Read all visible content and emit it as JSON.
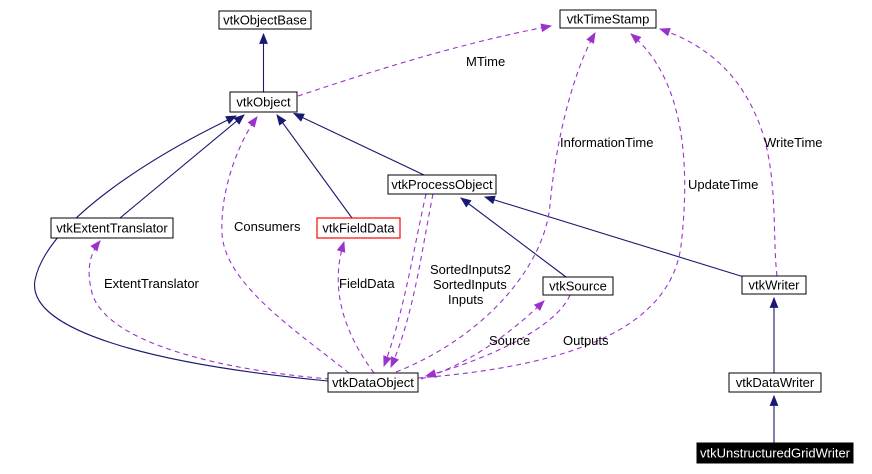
{
  "diagram": {
    "kind": "collaboration-graph",
    "colors": {
      "background": "#ffffff",
      "inheritance_edge": "#191970",
      "collaboration_edge": "#9a32cc",
      "node_border": "#000000",
      "node_fill": "#ffffff",
      "node_text": "#000000",
      "truncated_node_border": "#ff0000",
      "focus_node_fill": "#000000",
      "focus_node_text": "#ffffff"
    },
    "nodes": [
      {
        "label": "vtkObjectBase",
        "style": "normal"
      },
      {
        "label": "vtkTimeStamp",
        "style": "normal"
      },
      {
        "label": "vtkObject",
        "style": "normal"
      },
      {
        "label": "vtkProcessObject",
        "style": "normal"
      },
      {
        "label": "vtkExtentTranslator",
        "style": "normal"
      },
      {
        "label": "vtkFieldData",
        "style": "truncated"
      },
      {
        "label": "vtkSource",
        "style": "normal"
      },
      {
        "label": "vtkWriter",
        "style": "normal"
      },
      {
        "label": "vtkDataObject",
        "style": "normal"
      },
      {
        "label": "vtkDataWriter",
        "style": "normal"
      },
      {
        "label": "vtkUnstructuredGridWriter",
        "style": "focus"
      }
    ],
    "edge_labels": {
      "mtime": "MTime",
      "information_time": "InformationTime",
      "write_time": "WriteTime",
      "update_time": "UpdateTime",
      "consumers": "Consumers",
      "extent_translator": "ExtentTranslator",
      "field_data": "FieldData",
      "sorted_inputs2": "SortedInputs2",
      "sorted_inputs": "SortedInputs",
      "inputs": "Inputs",
      "source": "Source",
      "outputs": "Outputs"
    },
    "edges": [
      {
        "from": "vtkObject",
        "to": "vtkObjectBase",
        "kind": "inheritance"
      },
      {
        "from": "vtkExtentTranslator",
        "to": "vtkObject",
        "kind": "inheritance"
      },
      {
        "from": "vtkFieldData",
        "to": "vtkObject",
        "kind": "inheritance"
      },
      {
        "from": "vtkProcessObject",
        "to": "vtkObject",
        "kind": "inheritance"
      },
      {
        "from": "vtkDataObject",
        "to": "vtkObject",
        "kind": "inheritance"
      },
      {
        "from": "vtkSource",
        "to": "vtkProcessObject",
        "kind": "inheritance"
      },
      {
        "from": "vtkWriter",
        "to": "vtkProcessObject",
        "kind": "inheritance"
      },
      {
        "from": "vtkDataWriter",
        "to": "vtkWriter",
        "kind": "inheritance"
      },
      {
        "from": "vtkUnstructuredGridWriter",
        "to": "vtkDataWriter",
        "kind": "inheritance"
      },
      {
        "from": "vtkObject",
        "to": "vtkTimeStamp",
        "kind": "collaboration",
        "label": "MTime"
      },
      {
        "from": "vtkDataObject",
        "to": "vtkTimeStamp",
        "kind": "collaboration",
        "label": "InformationTime"
      },
      {
        "from": "vtkDataObject",
        "to": "vtkTimeStamp",
        "kind": "collaboration",
        "label": "UpdateTime"
      },
      {
        "from": "vtkWriter",
        "to": "vtkTimeStamp",
        "kind": "collaboration",
        "label": "WriteTime"
      },
      {
        "from": "vtkDataObject",
        "to": "vtkObject",
        "kind": "collaboration",
        "label": "Consumers"
      },
      {
        "from": "vtkDataObject",
        "to": "vtkExtentTranslator",
        "kind": "collaboration",
        "label": "ExtentTranslator"
      },
      {
        "from": "vtkDataObject",
        "to": "vtkFieldData",
        "kind": "collaboration",
        "label": "FieldData"
      },
      {
        "from": "vtkDataObject",
        "to": "vtkSource",
        "kind": "collaboration",
        "label": "Source"
      },
      {
        "from": "vtkSource",
        "to": "vtkDataObject",
        "kind": "collaboration",
        "label": "Outputs"
      },
      {
        "from": "vtkProcessObject",
        "to": "vtkDataObject",
        "kind": "collaboration",
        "label": "SortedInputs2"
      },
      {
        "from": "vtkProcessObject",
        "to": "vtkDataObject",
        "kind": "collaboration",
        "label": "SortedInputs"
      },
      {
        "from": "vtkProcessObject",
        "to": "vtkDataObject",
        "kind": "collaboration",
        "label": "Inputs"
      }
    ]
  }
}
